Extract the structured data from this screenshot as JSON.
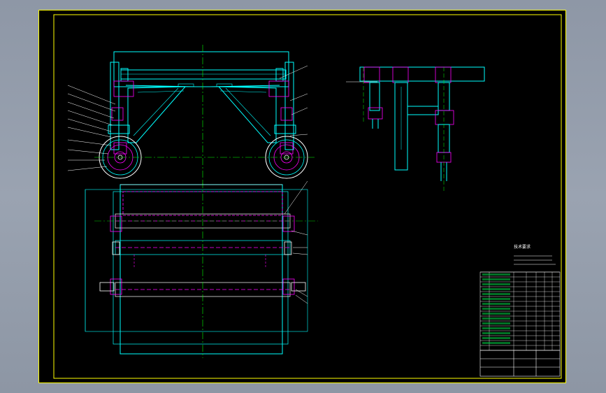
{
  "colors": {
    "background": "#000000",
    "frame": "#ffff00",
    "center_line": "#00ff00",
    "outline": "#00ffff",
    "hidden": "#ff00ff",
    "leader": "#ffffff",
    "border_bg": "#939cab"
  },
  "views": {
    "front_view": "front-view",
    "side_view": "side-view",
    "plan_view": "plan-view"
  },
  "notes": {
    "heading": "技术要求",
    "lines": [
      "1. ",
      "2. ",
      "3. "
    ]
  },
  "title_block": {
    "drawing_name": "",
    "drawing_number": ""
  }
}
